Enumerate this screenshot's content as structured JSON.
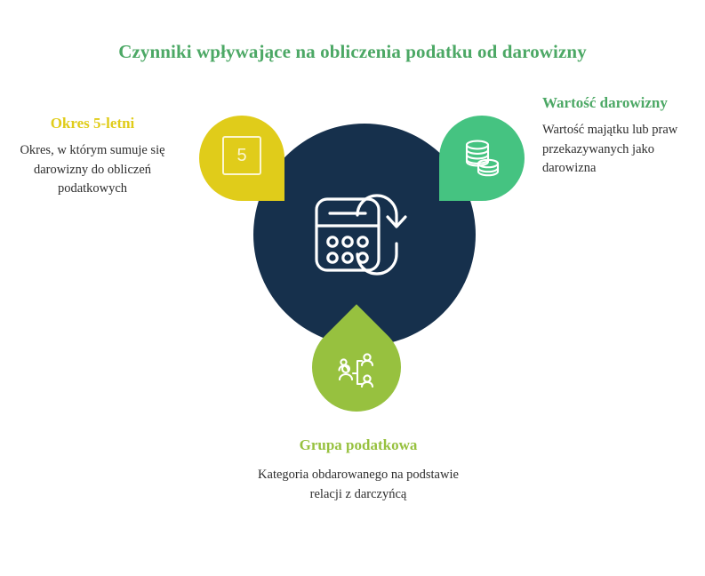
{
  "title": "Czynniki wpływające na obliczenia podatku od darowizny",
  "colors": {
    "title_green": "#4CA865",
    "navy": "#16304C",
    "yellow": "#E0CC1A",
    "teal": "#45C381",
    "lime": "#97C13F",
    "body_text": "#2E2E2E"
  },
  "center": {
    "icon": "calculator-refresh-icon"
  },
  "nodes": [
    {
      "id": "period",
      "heading": "Okres 5-letni",
      "body": "Okres, w którym sumuje się darowizny do obliczeń podatkowych",
      "icon": "number-5-badge-icon",
      "badge_value": "5",
      "color": "#E0CC1A"
    },
    {
      "id": "value",
      "heading": "Wartość darowizny",
      "body": "Wartość majątku lub praw przekazywanych jako darowizna",
      "icon": "coins-stack-icon",
      "color": "#45C381"
    },
    {
      "id": "group",
      "heading": "Grupa podatkowa",
      "body": "Kategoria obdarowanego na podstawie relacji z darczyńcą",
      "icon": "family-hierarchy-icon",
      "color": "#97C13F"
    }
  ]
}
